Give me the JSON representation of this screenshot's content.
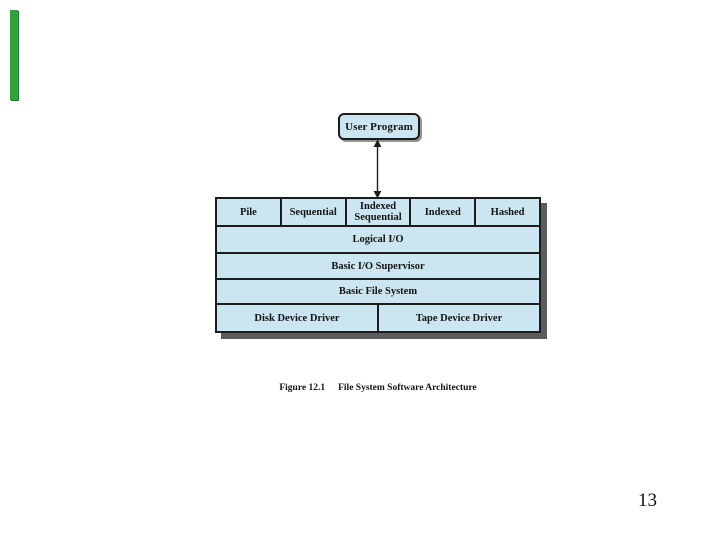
{
  "page": {
    "page_number": "13",
    "background": "#ffffff"
  },
  "decor": {
    "green_strip_color": "#2fa23c"
  },
  "diagram": {
    "user_program_label": "User Program",
    "access_methods": [
      "Pile",
      "Sequential",
      "Indexed Sequential",
      "Indexed",
      "Hashed"
    ],
    "layers": [
      "Logical I/O",
      "Basic I/O Supervisor",
      "Basic File System"
    ],
    "drivers": [
      "Disk Device Driver",
      "Tape Device Driver"
    ],
    "colors": {
      "box_fill": "#cbe6f1",
      "line": "#1c1c1c",
      "shadow": "#5c5c5c"
    }
  },
  "caption": {
    "label": "Figure 12.1",
    "title": "File System Software Architecture"
  }
}
